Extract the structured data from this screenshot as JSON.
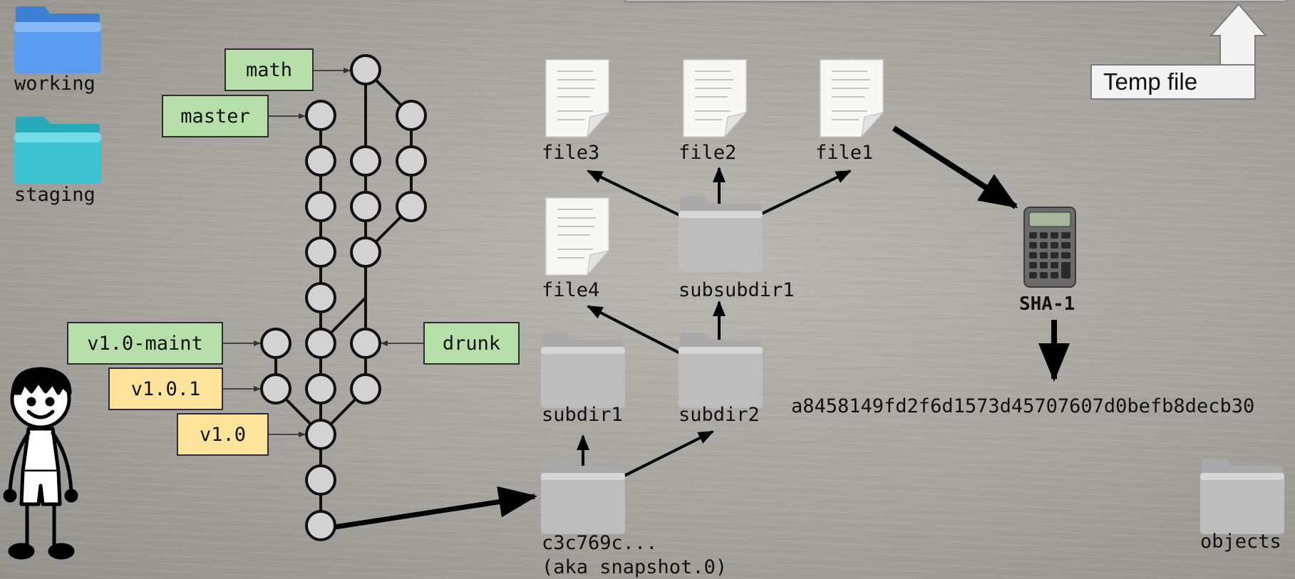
{
  "workspace": {
    "working_label": "working",
    "staging_label": "staging"
  },
  "refs": {
    "math": "math",
    "master": "master",
    "v1_0_maint": "v1.0-maint",
    "v1_0_1": "v1.0.1",
    "v1_0": "v1.0",
    "drunk": "drunk"
  },
  "tree": {
    "root_hash": "c3c769c...",
    "root_alias": "(aka snapshot.0)",
    "subdir1": "subdir1",
    "subdir2": "subdir2",
    "subsubdir1": "subsubdir1",
    "file1": "file1",
    "file2": "file2",
    "file3": "file3",
    "file4": "file4"
  },
  "hashing": {
    "temp_file": "Temp file",
    "algorithm": "SHA-1",
    "result_hash": "a8458149fd2f6d1573d45707607d0befb8decb30",
    "objects_label": "objects"
  },
  "colors": {
    "branch_tag": "#b7dfa9",
    "version_tag": "#fde49a",
    "working_folder": "#5b9cf0",
    "staging_folder": "#3ec3d3",
    "grey_folder": "#bdbdbd"
  }
}
